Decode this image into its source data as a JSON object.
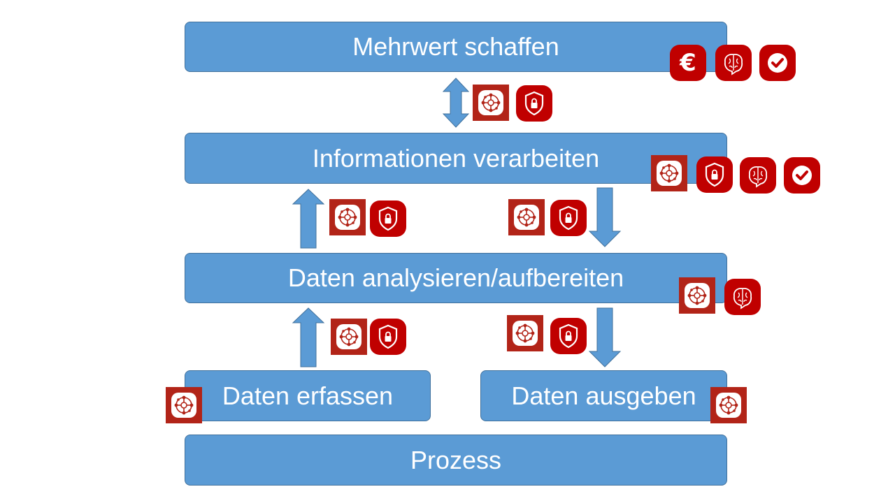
{
  "boxes": {
    "mehrwert": "Mehrwert schaffen",
    "info": "Informationen verarbeiten",
    "analyse": "Daten analysieren/aufbereiten",
    "erfassen": "Daten erfassen",
    "ausgeben": "Daten ausgeben",
    "prozess": "Prozess"
  },
  "colors": {
    "box_fill": "#5b9bd5",
    "box_border": "#41719c",
    "icon_red": "#c00000",
    "icon_dark_red": "#b22418"
  },
  "icons": {
    "euro_symbol": "€"
  }
}
